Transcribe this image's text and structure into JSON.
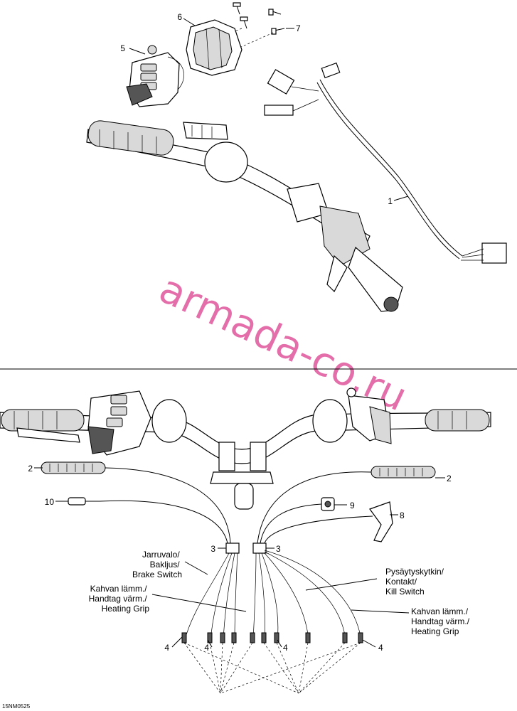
{
  "watermark": "armada-co.ru",
  "figure_code": "15NM0525",
  "callouts": {
    "c1": "1",
    "c2a": "2",
    "c2b": "2",
    "c3a": "3",
    "c3b": "3",
    "c4a": "4",
    "c4b": "4",
    "c4c": "4",
    "c4d": "4",
    "c5": "5",
    "c6": "6",
    "c7": "7",
    "c8": "8",
    "c9": "9",
    "c10": "10"
  },
  "labels": {
    "brake": [
      "Jarruvalo/",
      "Bakljus/",
      "Brake Switch"
    ],
    "heat_left": [
      "Kahvan lämm./",
      "Handtag värm./",
      "Heating Grip"
    ],
    "kill": [
      "Pysäytyskytkin/",
      "Kontakt/",
      "Kill Switch"
    ],
    "heat_right": [
      "Kahvan lämm./",
      "Handtag värm./",
      "Heating Grip"
    ]
  }
}
